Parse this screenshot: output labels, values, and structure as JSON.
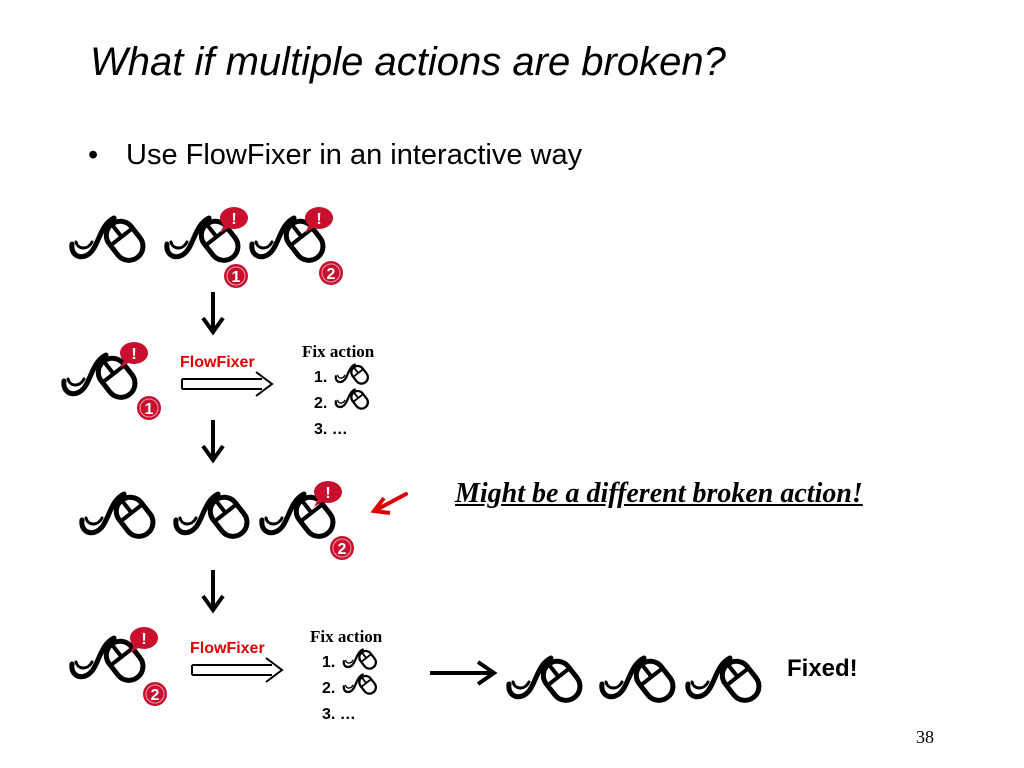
{
  "slide": {
    "title": "What if multiple actions are broken?",
    "bullet": "Use FlowFixer in an interactive way",
    "page_number": "38",
    "note": "Might be a different broken action!",
    "fixed_label": "Fixed!"
  },
  "steps": [
    {
      "tool": "FlowFixer",
      "fix_heading": "Fix action",
      "items": [
        "1.",
        "2.",
        "3. …"
      ],
      "error_badge": "1"
    },
    {
      "tool": "FlowFixer",
      "fix_heading": "Fix action",
      "items": [
        "1.",
        "2.",
        "3. …"
      ],
      "error_badge": "2"
    }
  ],
  "badges": {
    "alert": "!",
    "first": "1",
    "second": "2"
  },
  "colors": {
    "alert_red": "#c8102e",
    "flowfixer_red": "#e00000",
    "note_arrow_red": "#e00000"
  }
}
